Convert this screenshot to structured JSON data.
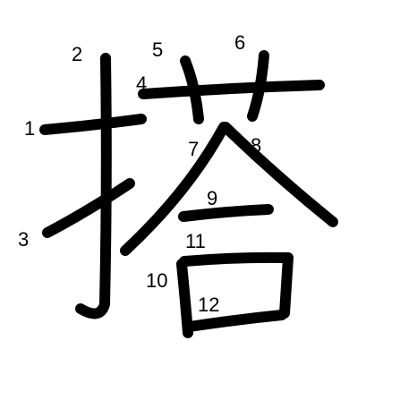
{
  "character": "搭",
  "stroke_color": "#000000",
  "background_color": "#ffffff",
  "stroke_numbers": [
    "1",
    "2",
    "3",
    "4",
    "5",
    "6",
    "7",
    "8",
    "9",
    "10",
    "11",
    "12"
  ]
}
